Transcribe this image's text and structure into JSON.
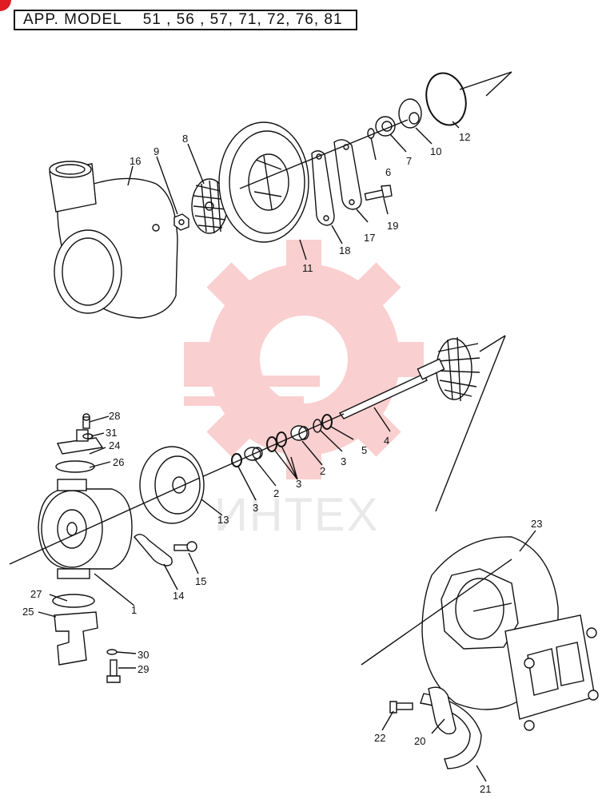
{
  "header": {
    "label": "APP. MODEL",
    "models": "51 , 56 , 57, 71, 72, 76, 81"
  },
  "watermark": {
    "text": "ИНТЕХ",
    "color": "#f6a9a9"
  },
  "callouts": {
    "c1": "1",
    "c2a": "2",
    "c2b": "2",
    "c3a": "3",
    "c3b": "3",
    "c3c": "3",
    "c4": "4",
    "c5": "5",
    "c6": "6",
    "c7": "7",
    "c8": "8",
    "c9": "9",
    "c10": "10",
    "c11": "11",
    "c12": "12",
    "c13": "13",
    "c14": "14",
    "c15": "15",
    "c16": "16",
    "c17": "17",
    "c18": "18",
    "c19": "19",
    "c20": "20",
    "c21": "21",
    "c22": "22",
    "c23": "23",
    "c24": "24",
    "c25": "25",
    "c26": "26",
    "c27": "27",
    "c28": "28",
    "c29": "29",
    "c30": "30",
    "c31": "31"
  }
}
